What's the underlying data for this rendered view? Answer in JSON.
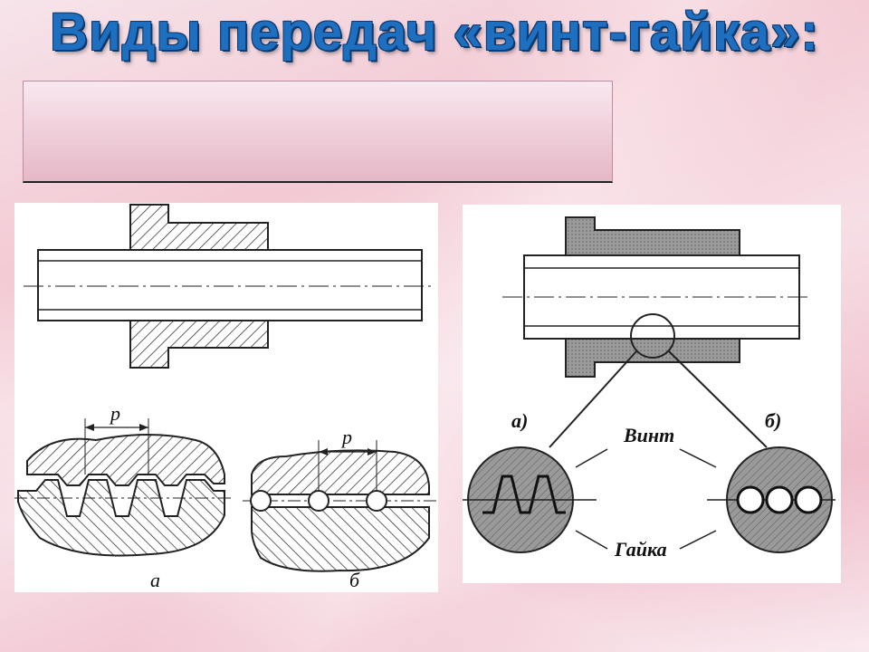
{
  "slide": {
    "title": "Виды передач «винт-гайка»:",
    "subtitle": ""
  },
  "left_figure": {
    "pitch_label_a": "p",
    "pitch_label_b": "p",
    "caption_a": "а",
    "caption_b": "б"
  },
  "right_figure": {
    "label_a": "а)",
    "label_b": "б)",
    "label_screw": "Винт",
    "label_nut": "Гайка"
  },
  "colors": {
    "title": "#1f6fc0",
    "title_outline": "#0b3a70",
    "nut_fill": "#8c8c8c",
    "hatch": "#222222"
  }
}
